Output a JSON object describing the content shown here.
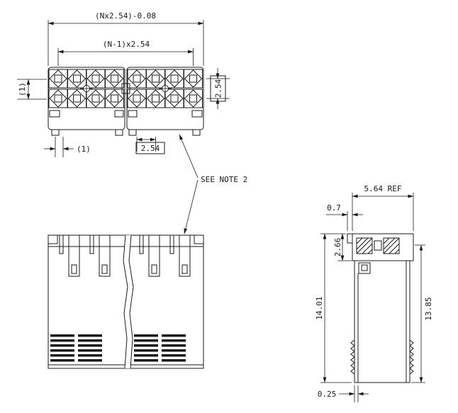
{
  "drawing": {
    "type": "connector-engineering-drawing",
    "colors": {
      "line": "#1a1a1a",
      "background": "#ffffff"
    },
    "top_view": {
      "dim_overall": "(Nx2.54)-0.08",
      "dim_span": "(N-1)x2.54",
      "dim_row_pitch": "2.54",
      "dim_left_ref": "(1)",
      "dim_bottom_ref": "(1)",
      "dim_col_pitch": "2.54",
      "note": "SEE NOTE 2"
    },
    "side_view": {
      "dim_width_ref": "5.64 REF",
      "dim_lip": "0.7",
      "dim_top_height": "2.66",
      "dim_height_left": "14.01",
      "dim_height_right": "13.85",
      "dim_bottom_offset": "0.25"
    }
  }
}
